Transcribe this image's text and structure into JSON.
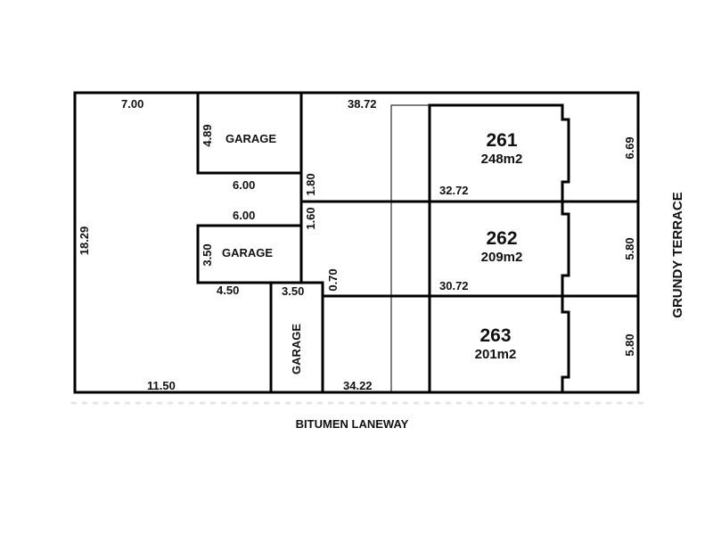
{
  "lots": [
    {
      "number": "261",
      "area": "248m2"
    },
    {
      "number": "262",
      "area": "209m2"
    },
    {
      "number": "263",
      "area": "201m2"
    }
  ],
  "garage_label": "GARAGE",
  "roads": {
    "bottom": "BITUMEN LANEWAY",
    "right": "GRUNDY TERRACE"
  },
  "dimensions": {
    "top_left": "7.00",
    "left_side": "18.29",
    "bottom_left": "11.50",
    "garage1_height": "4.89",
    "garage1_width": "6.00",
    "gap_1_80": "1.80",
    "gap_1_60": "1.60",
    "garage2_top": "6.00",
    "garage2_height": "3.50",
    "offset_4_50": "4.50",
    "garage3_width": "3.50",
    "gap_0_70": "0.70",
    "lot261_top": "38.72",
    "lot261_boundary": "32.72",
    "lot262_boundary": "30.72",
    "lot263_bottom": "34.22",
    "lot261_right": "6.69",
    "lot262_right": "5.80",
    "lot263_right": "5.80"
  }
}
